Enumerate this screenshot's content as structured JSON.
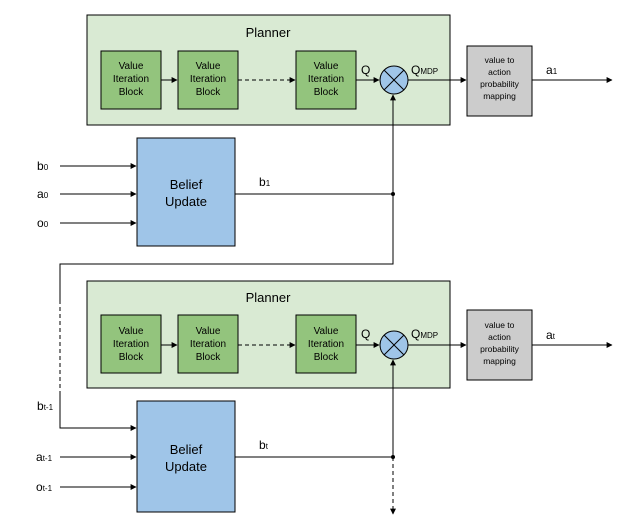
{
  "planner_top": {
    "title": "Planner",
    "vi_blocks": [
      [
        "Value",
        "Iteration",
        "Block"
      ],
      [
        "Value",
        "Iteration",
        "Block"
      ],
      [
        "Value",
        "Iteration",
        "Block"
      ]
    ],
    "q_label": "Q",
    "qmdp_main": "Q",
    "qmdp_sub": "MDP",
    "mapping": [
      "value to",
      "action",
      "probability",
      "mapping"
    ],
    "action_main": "a",
    "action_sub": "1"
  },
  "belief_top": {
    "label": [
      "Belief",
      "Update"
    ],
    "inputs": [
      {
        "main": "b",
        "sub": "0"
      },
      {
        "main": "a",
        "sub": "0"
      },
      {
        "main": "o",
        "sub": "0"
      }
    ],
    "output_main": "b",
    "output_sub": "1"
  },
  "planner_bottom": {
    "title": "Planner",
    "vi_blocks": [
      [
        "Value",
        "Iteration",
        "Block"
      ],
      [
        "Value",
        "Iteration",
        "Block"
      ],
      [
        "Value",
        "Iteration",
        "Block"
      ]
    ],
    "q_label": "Q",
    "qmdp_main": "Q",
    "qmdp_sub": "MDP",
    "mapping": [
      "value to",
      "action",
      "probability",
      "mapping"
    ],
    "action_main": "a",
    "action_sub": "t"
  },
  "belief_bottom": {
    "label": [
      "Belief",
      "Update"
    ],
    "prev_main": "b",
    "prev_sub": "t-1",
    "inputs": [
      {
        "main": "a",
        "sub": "t-1"
      },
      {
        "main": "o",
        "sub": "t-1"
      }
    ],
    "output_main": "b",
    "output_sub": "t"
  },
  "colors": {
    "planner_fill": "#d9ead3",
    "vi_fill": "#93c47d",
    "belief_fill": "#9fc5e8",
    "mapping_fill": "#cccccc",
    "stroke": "#000000"
  }
}
